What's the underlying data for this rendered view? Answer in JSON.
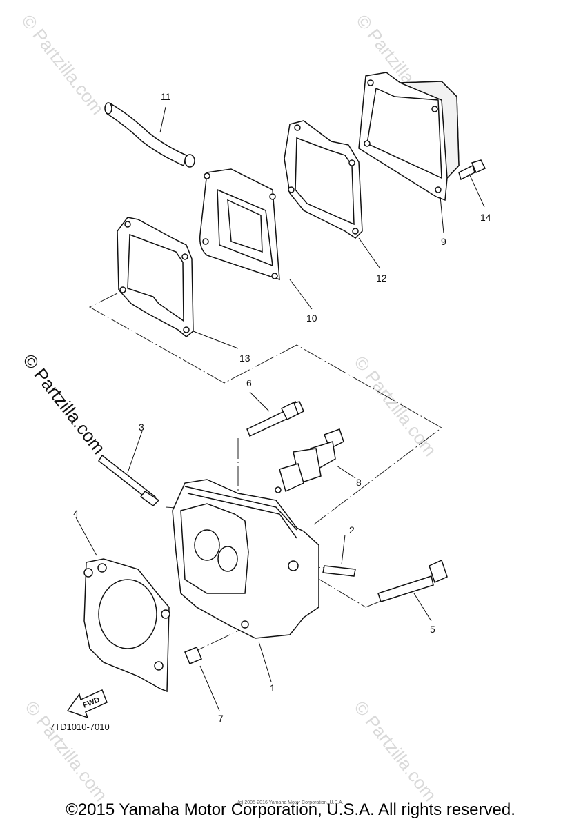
{
  "diagram": {
    "part_code": "7TD1010-7010",
    "fwd_label": "FWD",
    "callouts": [
      "1",
      "2",
      "3",
      "4",
      "5",
      "6",
      "7",
      "8",
      "9",
      "10",
      "11",
      "12",
      "13",
      "14"
    ],
    "watermark": "© Partzilla.com"
  },
  "footer": {
    "copyright": "©2015 Yamaha Motor Corporation, U.S.A. All rights reserved.",
    "note": "(c) 2005-2016 Yamaha Motor Corporation, U.S.A."
  }
}
